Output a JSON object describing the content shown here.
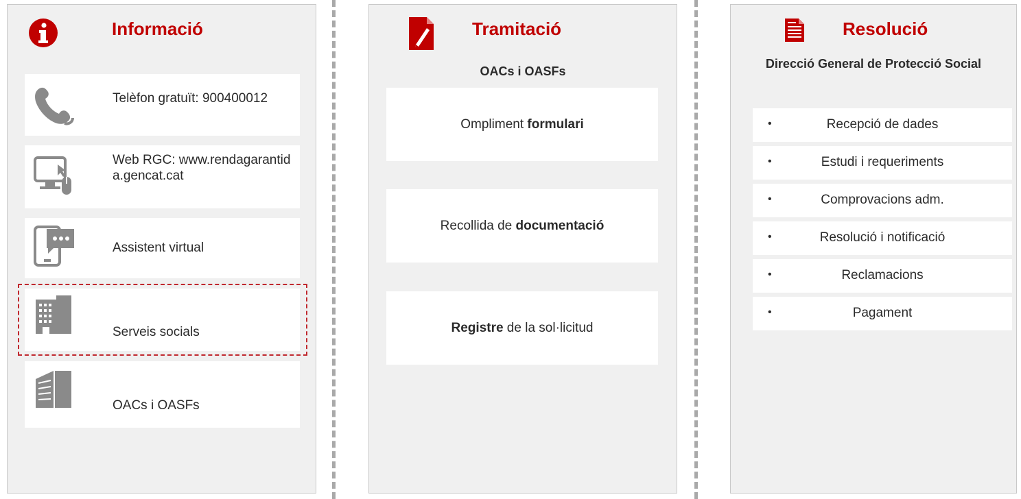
{
  "columns": {
    "informacio": {
      "title": "Informació",
      "items": [
        {
          "label": "Telèfon gratuït: 900400012",
          "icon": "phone-icon"
        },
        {
          "label": "Web RGC: www.rendagarantida.gencat.cat",
          "icon": "computer-mouse-icon"
        },
        {
          "label": "Assistent virtual",
          "icon": "tablet-chat-icon"
        },
        {
          "label": "Serveis socials",
          "icon": "building-icon"
        },
        {
          "label": "OACs i OASFs",
          "icon": "office-building-icon"
        }
      ],
      "highlighted_item": "Serveis socials"
    },
    "tramitacio": {
      "title": "Tramitació",
      "subtitle": "OACs i OASFs",
      "steps": [
        {
          "pre": "Ompliment ",
          "bold": "formulari",
          "post": ""
        },
        {
          "pre": "Recollida de ",
          "bold": "documentació",
          "post": ""
        },
        {
          "pre": "",
          "bold": "Registre",
          "post": " de la sol·licitud"
        }
      ]
    },
    "resolucio": {
      "title": "Resolució",
      "subtitle": "Direcció General de Protecció Social",
      "bullet": "•",
      "items": [
        "Recepció de dades",
        "Estudi i requeriments",
        "Comprovacions adm.",
        "Resolució i notificació",
        "Reclamacions",
        "Pagament"
      ]
    }
  },
  "colors": {
    "accent": "#c00000",
    "panel_bg": "#f0f0f0",
    "card_bg": "#ffffff",
    "icon_gray": "#8a8a8a",
    "highlight_border": "#c0282e",
    "divider": "#a9a9a9"
  }
}
